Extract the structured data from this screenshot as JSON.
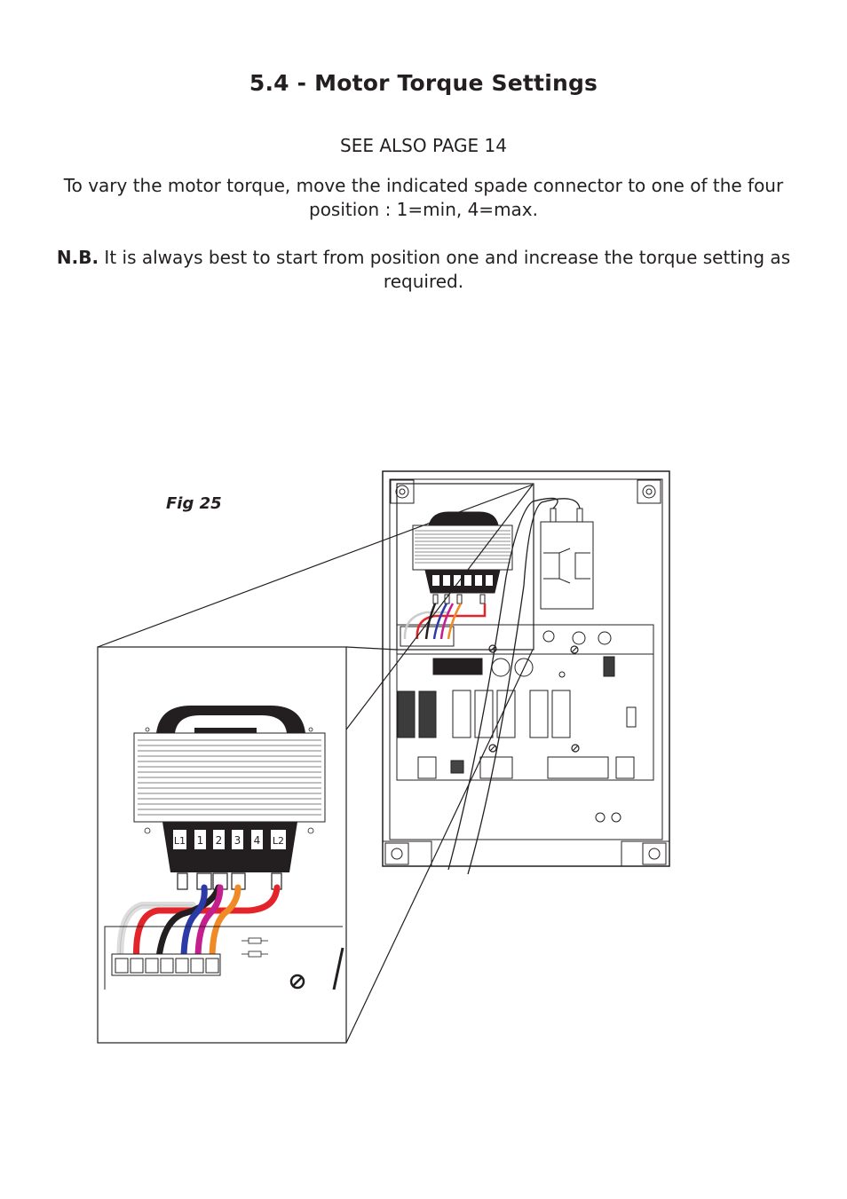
{
  "section_title": "5.4 - Motor Torque Settings",
  "see_also": "SEE ALSO PAGE 14",
  "instruction": "To vary the motor torque, move the indicated spade connector to one of the four position : 1=min, 4=max.",
  "note": {
    "label": "N.B.",
    "text": "It is always best to start from position one and increase the torque setting as required."
  },
  "figure": {
    "label": "Fig 25",
    "terminal_labels": [
      "L1",
      "1",
      "2",
      "3",
      "4",
      "L2"
    ],
    "wire_colors": {
      "white": "#e6e6e6",
      "red": "#e3242b",
      "black": "#231f20",
      "blue": "#2b3aa8",
      "magenta": "#c41f8c",
      "orange": "#f08a24"
    }
  }
}
